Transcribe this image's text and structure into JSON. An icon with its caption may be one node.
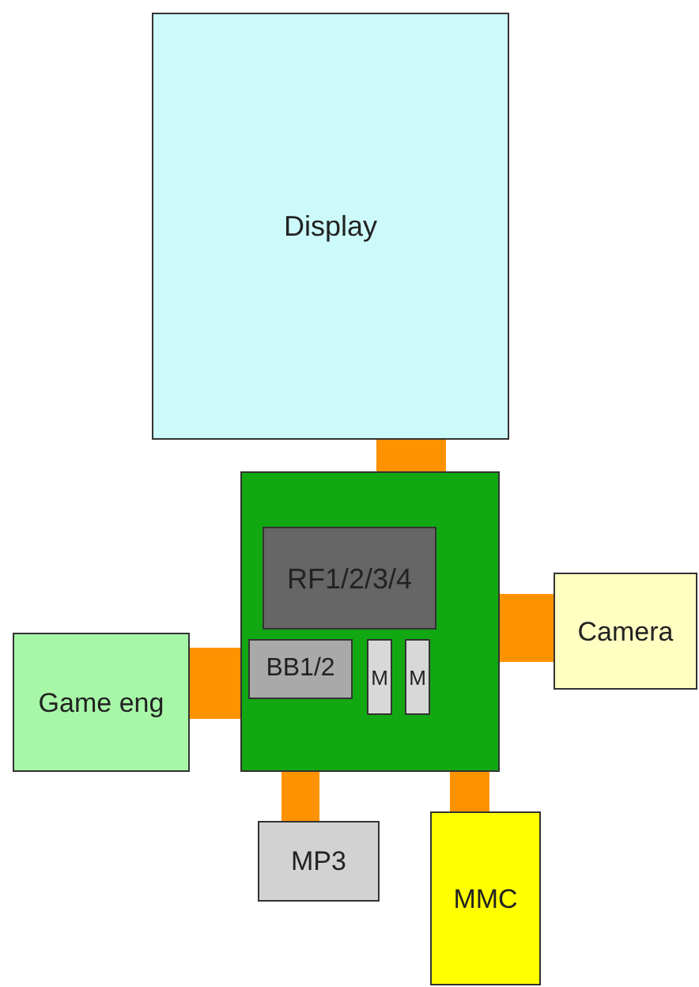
{
  "diagram": {
    "nodes": [
      {
        "text": [
          "Display"
        ]
      },
      {
        "text": [],
        "shape": "box"
      },
      {
        "text": [
          "RF1/2/3/4"
        ],
        "in": 1
      },
      {
        "text": [
          "Camera"
        ]
      },
      {
        "text": [
          "Game eng"
        ]
      },
      {
        "text": [
          "BB1/2"
        ],
        "in": 1
      },
      {
        "text": [
          "M"
        ],
        "in": 1
      },
      {
        "text": [
          "M"
        ],
        "in": 1
      },
      {
        "text": [
          "MP3"
        ]
      },
      {
        "text": [
          "MMC"
        ]
      }
    ],
    "edges": [
      {
        "from": 0,
        "to": 1,
        "arrow": "none"
      },
      {
        "from": 1,
        "to": 3,
        "arrow": "none"
      },
      {
        "from": 4,
        "to": 1,
        "arrow": "none"
      },
      {
        "from": 1,
        "to": 8,
        "arrow": "none"
      },
      {
        "from": 1,
        "to": 9,
        "arrow": "none"
      }
    ]
  }
}
